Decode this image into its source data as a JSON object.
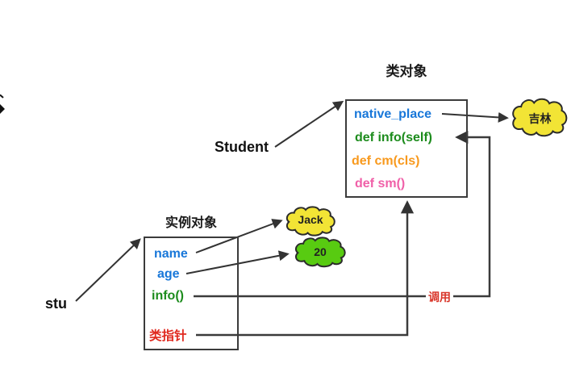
{
  "diagram": {
    "class_object": {
      "title": "类对象",
      "rows": [
        {
          "label": "native_place",
          "color": "#1877d9"
        },
        {
          "label": "def info(self)",
          "color": "#1d8c1d"
        },
        {
          "label": "def cm(cls)",
          "color": "#f8991d"
        },
        {
          "label": "def sm()",
          "color": "#f060a8"
        }
      ]
    },
    "instance_object": {
      "title": "实例对象",
      "rows": [
        {
          "label": "name",
          "color": "#1877d9"
        },
        {
          "label": "age",
          "color": "#1877d9"
        },
        {
          "label": "info()",
          "color": "#1d8c1d"
        },
        {
          "label": "类指针",
          "color": "#e0281e"
        }
      ]
    },
    "labels": {
      "class_ref": "Student",
      "instance_ref": "stu",
      "call": "调用",
      "call_color": "#d9362a"
    },
    "clouds": {
      "jilin": {
        "text": "吉林",
        "fill": "#f2e435"
      },
      "jack": {
        "text": "Jack",
        "fill": "#f2e435"
      },
      "twenty": {
        "text": "20",
        "fill": "#58cb11"
      }
    },
    "colors": {
      "box_border": "#3b3b3b",
      "arrow": "#333333",
      "cloud_outline": "#2b2b2b"
    }
  }
}
